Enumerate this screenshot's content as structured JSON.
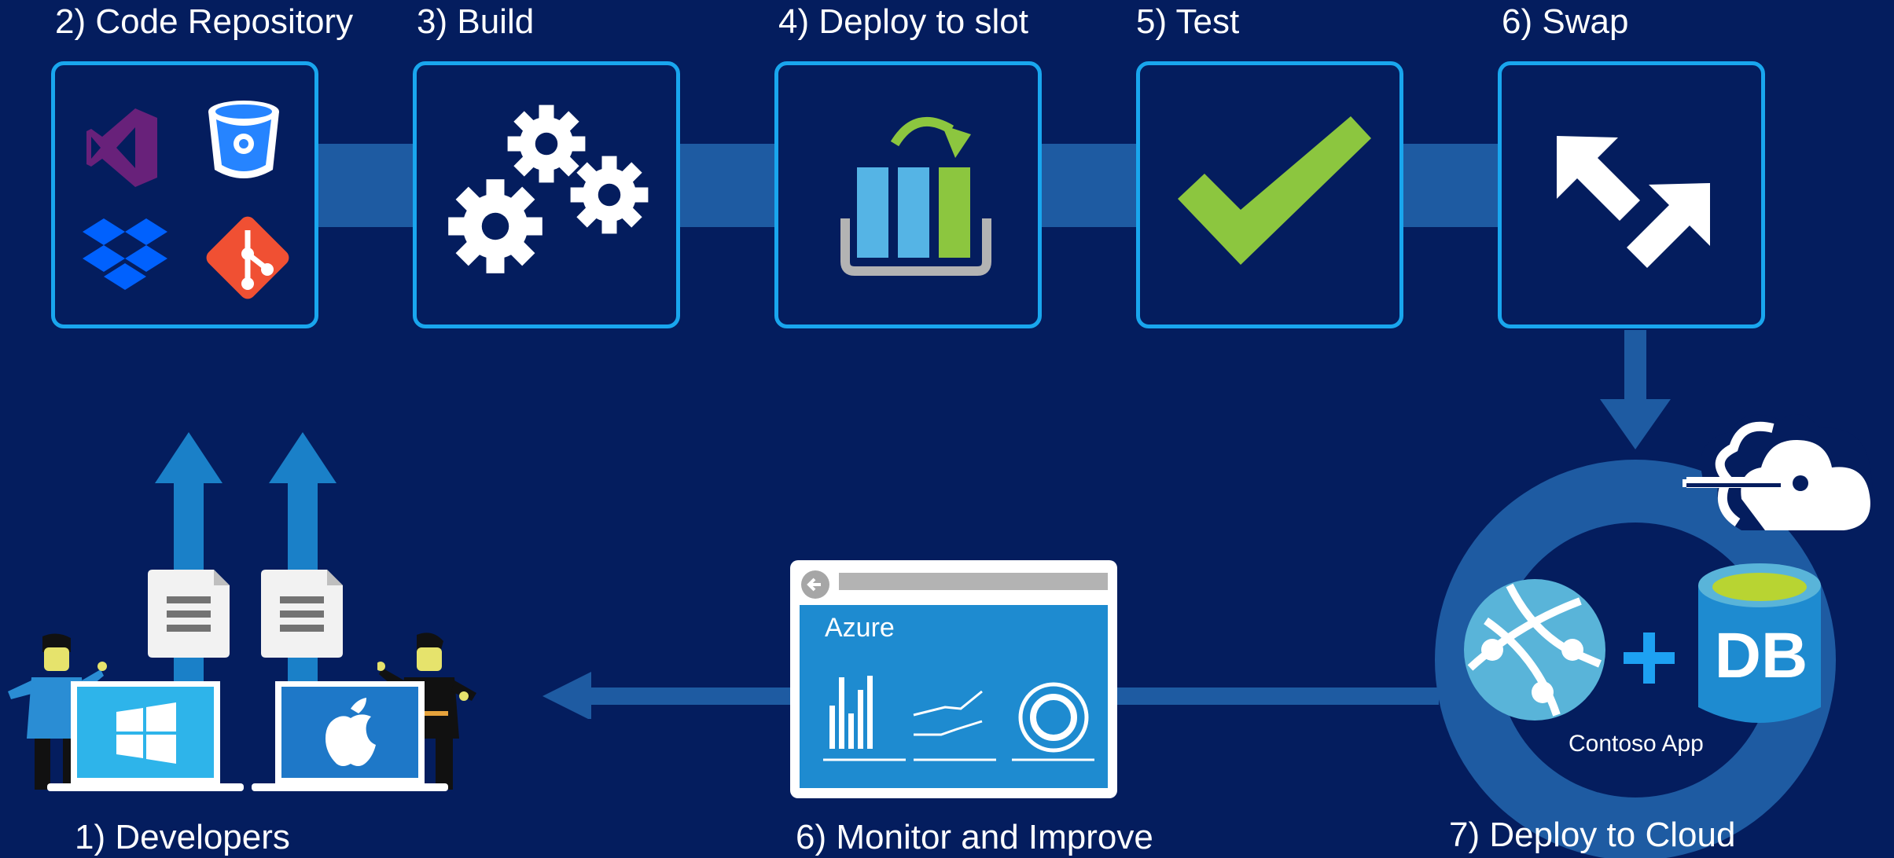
{
  "steps": {
    "code_repository": "2) Code Repository",
    "build": "3) Build",
    "deploy_slot": "4) Deploy to slot",
    "test": "5) Test",
    "swap": "6) Swap",
    "developers": "1) Developers",
    "monitor": "6) Monitor and Improve",
    "deploy_cloud": "7) Deploy to Cloud"
  },
  "dashboard": {
    "title": "Azure"
  },
  "cloud_app": {
    "db_label": "DB",
    "app_name": "Contoso App"
  },
  "icons": [
    "visual-studio-icon",
    "bitbucket-icon",
    "dropbox-icon",
    "git-icon",
    "gears-icon",
    "deploy-slot-icon",
    "checkmark-icon",
    "swap-arrows-icon",
    "cloud-icon",
    "web-app-globe-icon",
    "database-icon",
    "document-icon",
    "windows-logo-icon",
    "apple-logo-icon",
    "back-arrow-icon"
  ],
  "colors": {
    "background": "#041d5e",
    "tile_border": "#19a6ee",
    "connector": "#1e5ba2",
    "check_green": "#8cc63f",
    "git_red": "#f05033",
    "vs_purple": "#68217a",
    "azure_blue": "#1e8bd0"
  }
}
